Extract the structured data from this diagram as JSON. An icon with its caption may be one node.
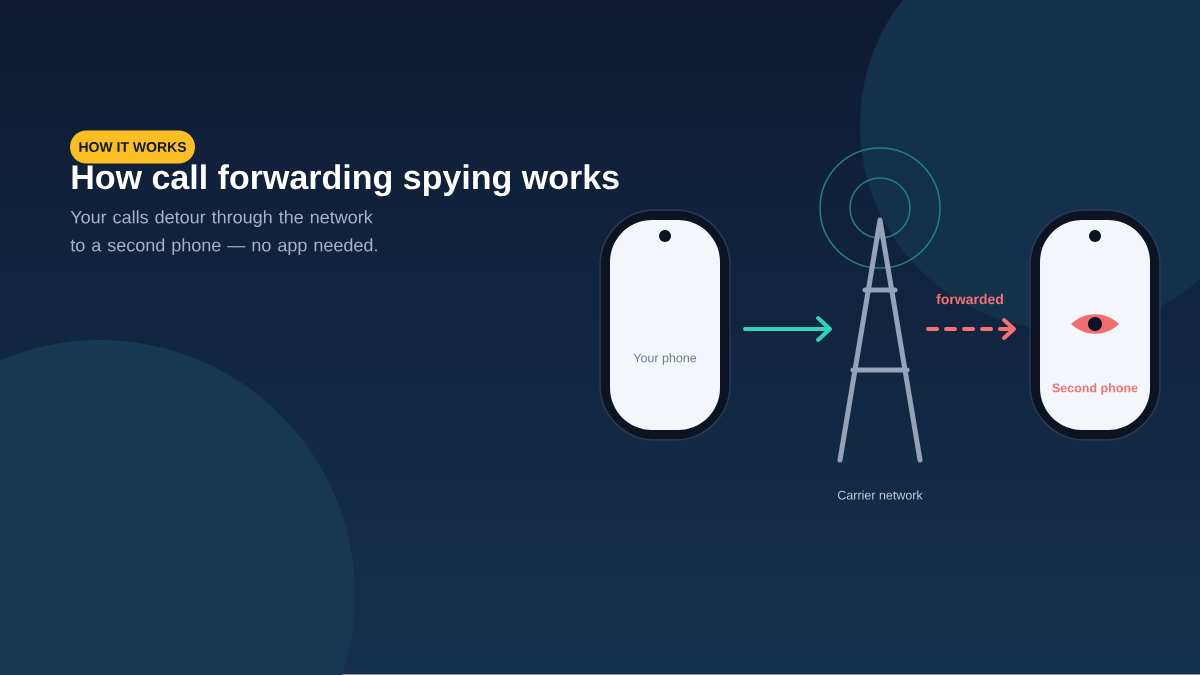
{
  "diagram": {
    "title": "How call forwarding spying works",
    "nodes": [
      {
        "text": [
          "Your phone"
        ]
      },
      {
        "text": [
          "Carrier network"
        ]
      },
      {
        "text": [
          "Second phone"
        ]
      }
    ],
    "edges": [
      {
        "from": 0,
        "to": 1,
        "arrow": "to",
        "color": "#2dd4bf"
      },
      {
        "from": 1,
        "to": 2,
        "arrow": "to",
        "label": "forwarded",
        "style": "dashed",
        "color": "#f87171"
      }
    ],
    "labels": [
      "HOW IT WORKS",
      "Your calls detour through the network to a second phone — no app needed."
    ]
  }
}
